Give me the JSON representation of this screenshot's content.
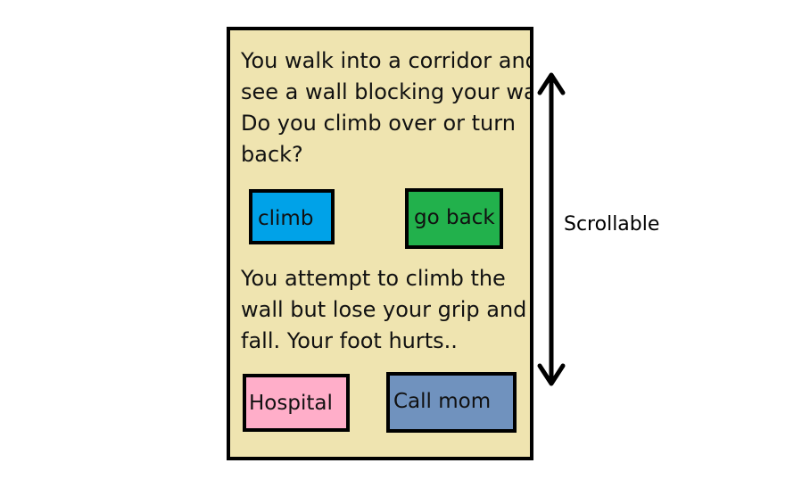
{
  "story": {
    "passage1_lines": [
      "You walk into a corridor and",
      "see a wall blocking your way.",
      "Do you climb over or turn",
      "back?"
    ],
    "passage2_lines": [
      "You attempt to climb the",
      "wall but lose your grip and",
      "fall. Your foot hurts.."
    ]
  },
  "choices": {
    "first": [
      {
        "label": "climb",
        "color": "#00a2e8"
      },
      {
        "label": "go back",
        "color": "#22b14c"
      }
    ],
    "second": [
      {
        "label": "Hospital",
        "color": "#ffaec9"
      },
      {
        "label": "Call mom",
        "color": "#7092be"
      }
    ]
  },
  "annotation": {
    "label": "Scrollable",
    "icon": "double-headed-vertical-arrow-icon"
  },
  "colors": {
    "screen_background": "#efe4b0",
    "border": "#000000"
  }
}
